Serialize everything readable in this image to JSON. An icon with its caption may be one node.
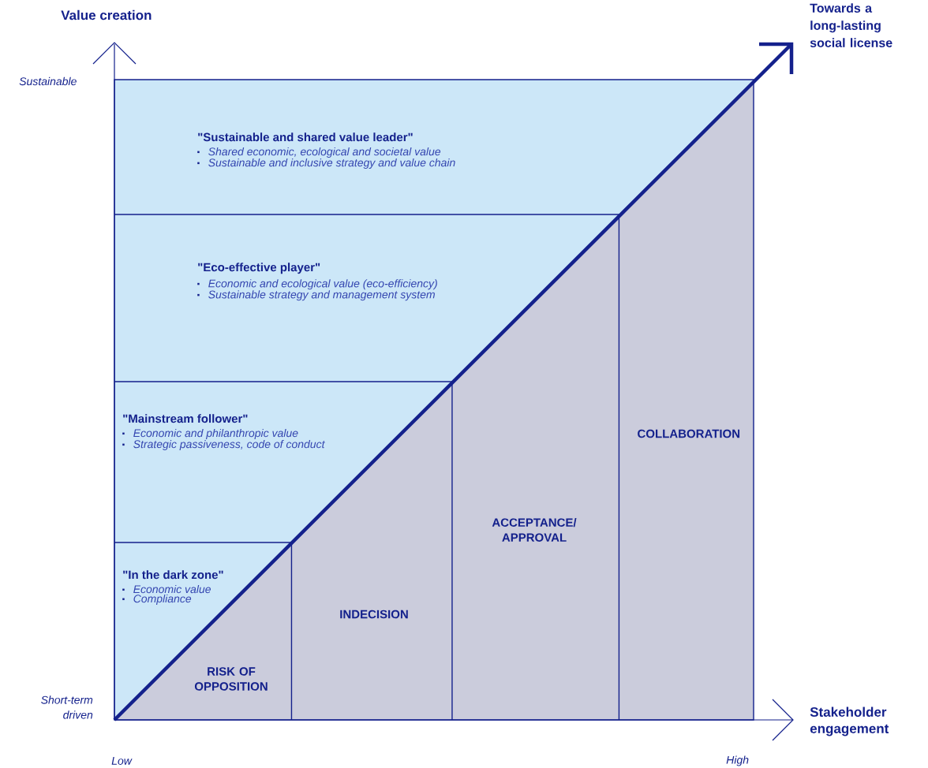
{
  "diagram": {
    "nodes": [
      {
        "text": [
          "\"Sustainable and shared value leader\"",
          "Shared economic, ecological and societal value",
          "Sustainable and inclusive strategy and value chain"
        ]
      },
      {
        "text": [
          "\"Eco-effective player\"",
          "Economic and ecological value (eco-efficiency)",
          "Sustainable strategy and management system"
        ]
      },
      {
        "text": [
          "\"Mainstream follower\"",
          "Economic and philanthropic value",
          "Strategic passiveness, code of conduct"
        ]
      },
      {
        "text": [
          "\"In the dark zone\"",
          "Economic value",
          "Compliance"
        ]
      },
      {
        "text": [
          "RISK OF OPPOSITION"
        ]
      },
      {
        "text": [
          "INDECISION"
        ]
      },
      {
        "text": [
          "ACCEPTANCE/ APPROVAL"
        ]
      },
      {
        "text": [
          "COLLABORATION"
        ]
      }
    ],
    "labels": [
      "Value creation",
      "Towards a long-lasting social license",
      "Sustainable",
      "Short-term driven",
      "Stakeholder engagement",
      "Low",
      "High"
    ]
  }
}
